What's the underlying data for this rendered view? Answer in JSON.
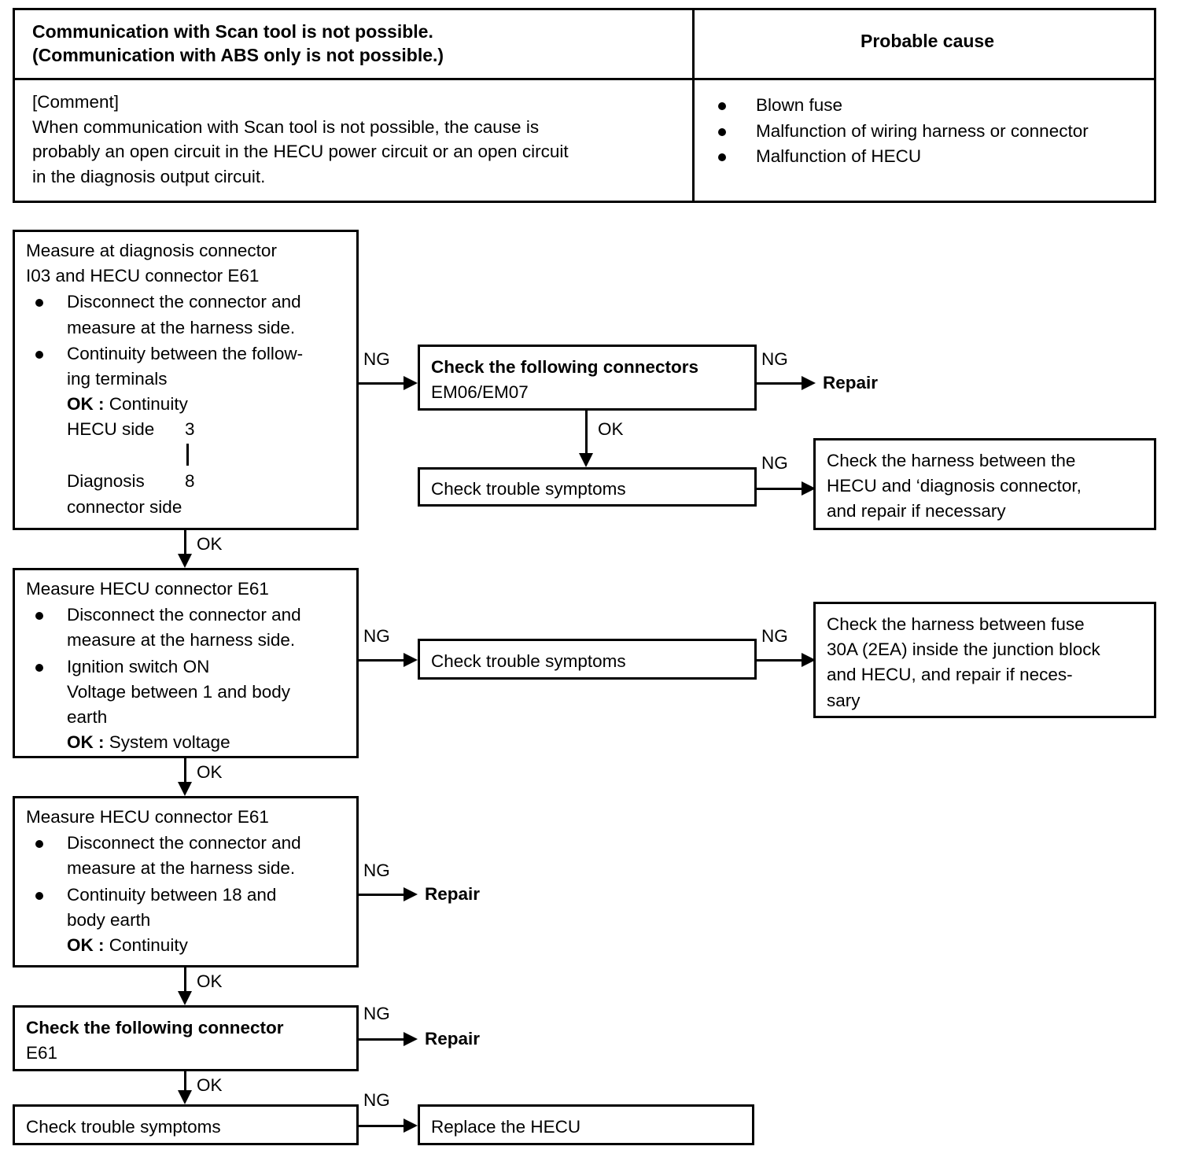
{
  "symptom_table": {
    "header_left_line1": "Communication with Scan tool is not possible.",
    "header_left_line2": "(Communication with ABS only is not possible.)",
    "header_right": "Probable cause",
    "comment_label": "[Comment]",
    "comment_line1": "When communication with Scan tool is not possible, the cause is",
    "comment_line2": "probably an open circuit in the HECU power circuit or an open circuit",
    "comment_line3": "in the diagnosis output circuit.",
    "causes": [
      "Blown fuse",
      "Malfunction of wiring harness or connector",
      "Malfunction of HECU"
    ]
  },
  "flow": {
    "step1": {
      "title_line1": "Measure at  diagnosis  connector",
      "title_line2": "I03 and HECU connector E61",
      "bullet1_line1": "Disconnect the connector and",
      "bullet1_line2": "measure at the harness side.",
      "bullet2_line1": "Continuity between the follow-",
      "bullet2_line2": "ing terminals",
      "ok_label": "OK :",
      "ok_value": "Continuity",
      "term_row1_label": "HECU side",
      "term_row1_value": "3",
      "term_row2_label": "Diagnosis",
      "term_row2_value": "8",
      "term_row2_sub": "connector side"
    },
    "check_connectors": {
      "title": "Check the following connectors",
      "value": "EM06/EM07"
    },
    "repair1": "Repair",
    "check_symptoms1": "Check trouble symptoms",
    "harness_diag": {
      "line1": "Check  the  harness  between  the",
      "line2": "HECU and ‘diagnosis connector,",
      "line3": "and repair if necessary"
    },
    "step2": {
      "title": "Measure HECU connector E61",
      "bullet1_line1": "Disconnect the connector and",
      "bullet1_line2": "measure at the harness side.",
      "bullet2_line1": "Ignition switch ON",
      "bullet2_line2": "Voltage between 1 and body",
      "bullet2_line3": "earth",
      "ok_label": "OK :",
      "ok_value": "System voltage"
    },
    "check_symptoms2": "Check trouble symptoms",
    "harness_fuse": {
      "line1": "Check the harness between fuse",
      "line2": "30A (2EA) inside the junction block",
      "line3": "and HECU, and repair if neces-",
      "line4": "sary"
    },
    "step3": {
      "title": "Measure HECU connector E61",
      "bullet1_line1": "Disconnect the connector and",
      "bullet1_line2": "measure at the harness side.",
      "bullet2_line1": "Continuity  between  18  and",
      "bullet2_line2": "body earth",
      "ok_label": "OK :",
      "ok_value": "Continuity"
    },
    "repair2": "Repair",
    "check_connector_e61": {
      "title": "Check the following connector",
      "value": "E61"
    },
    "repair3": "Repair",
    "check_symptoms3": "Check trouble symptoms",
    "replace_hecu": "Replace the HECU",
    "edge_labels": {
      "ng1": "NG",
      "ng2": "NG",
      "ok_1_to_2": "OK",
      "ok_conn_down": "OK",
      "ng3": "NG",
      "ng4": "NG",
      "ng5": "NG",
      "ok_2_to_3": "OK",
      "ng6": "NG",
      "ok_3_to_4": "OK",
      "ng7": "NG",
      "ok_4_to_5": "OK",
      "ng8": "NG"
    }
  }
}
